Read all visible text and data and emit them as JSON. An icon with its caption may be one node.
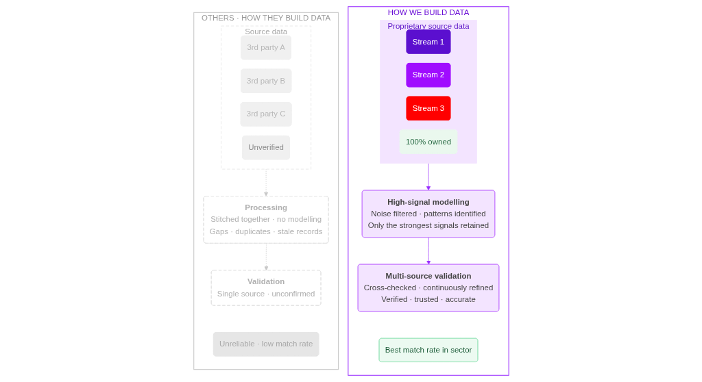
{
  "diagram": {
    "nodes": [
      {
        "text": [
          "OTHERS · HOW THEY BUILD DATA"
        ]
      },
      {
        "text": [
          "Source data"
        ],
        "in": 0
      },
      {
        "text": [
          "3rd party A"
        ],
        "in": 1
      },
      {
        "text": [
          "3rd party B"
        ],
        "in": 1
      },
      {
        "text": [
          "3rd party C"
        ],
        "in": 1
      },
      {
        "text": [
          "Unverified"
        ],
        "in": 1
      },
      {
        "text": [
          "Processing",
          "Stitched together · no modelling",
          "Gaps · duplicates · stale records"
        ],
        "in": 0
      },
      {
        "text": [
          "Validation",
          "Single source · unconfirmed"
        ],
        "in": 0
      },
      {
        "text": [
          "Unreliable · low match rate"
        ],
        "in": 0
      },
      {
        "text": [
          "HOW WE BUILD DATA"
        ]
      },
      {
        "text": [
          "Proprietary source data"
        ],
        "in": 9
      },
      {
        "text": [
          "Stream 1"
        ],
        "in": 10
      },
      {
        "text": [
          "Stream 2"
        ],
        "in": 10
      },
      {
        "text": [
          "Stream 3"
        ],
        "in": 10
      },
      {
        "text": [
          "100% owned"
        ],
        "in": 10
      },
      {
        "text": [
          "High-signal modelling",
          "Noise filtered · patterns identified",
          "Only the strongest signals retained"
        ],
        "in": 9
      },
      {
        "text": [
          "Multi-source validation",
          "Cross-checked · continuously refined",
          "Verified · trusted · accurate"
        ],
        "in": 9
      },
      {
        "text": [
          "Best match rate in sector"
        ],
        "in": 9
      }
    ],
    "edges": [
      {
        "from": 1,
        "to": 6,
        "arrow": "to",
        "style": "dashed",
        "color": "#c8c8c8"
      },
      {
        "from": 6,
        "to": 7,
        "arrow": "to",
        "style": "dashed",
        "color": "#c8c8c8"
      },
      {
        "from": 10,
        "to": 15,
        "arrow": "to",
        "color": "#9b30ff"
      },
      {
        "from": 15,
        "to": 16,
        "arrow": "to",
        "color": "#9b30ff"
      }
    ]
  }
}
